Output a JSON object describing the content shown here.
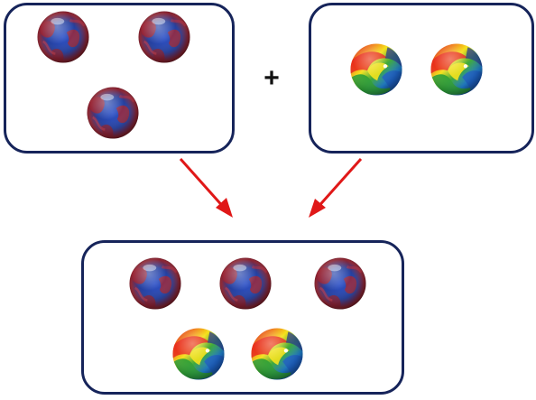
{
  "operator": "+",
  "colors": {
    "box_border": "#16245a",
    "arrow": "#e01818",
    "operator": "#111111"
  },
  "groups": [
    {
      "name": "group-a",
      "marble_type": "red-blue-marble",
      "count": 3
    },
    {
      "name": "group-b",
      "marble_type": "rainbow-swirl-marble",
      "count": 2
    },
    {
      "name": "combined",
      "marble_counts": {
        "red-blue-marble": 3,
        "rainbow-swirl-marble": 2
      }
    }
  ]
}
